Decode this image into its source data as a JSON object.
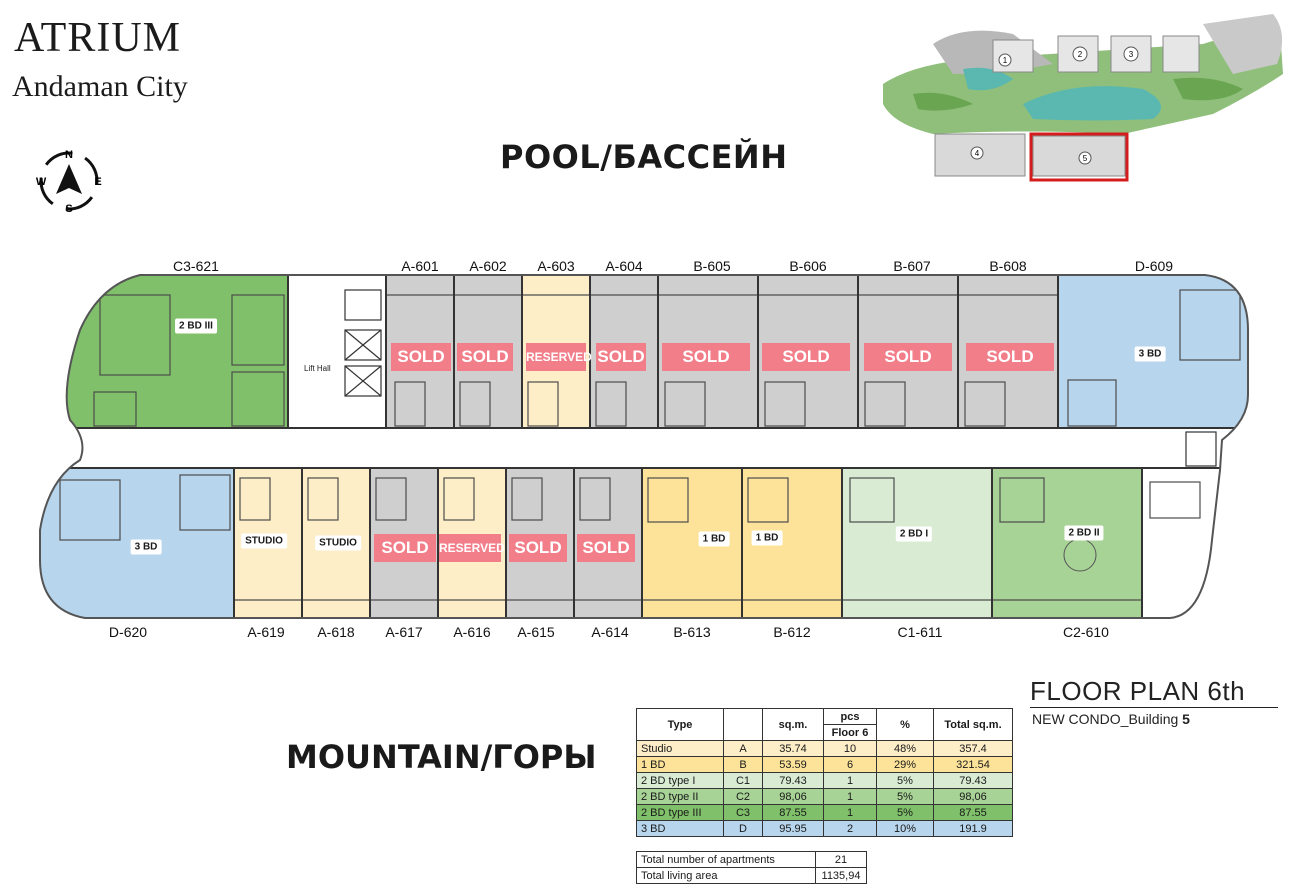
{
  "brand": {
    "title": "ATRIUM",
    "subtitle": "Andaman City"
  },
  "orientation": {
    "top": "POOL/БАССЕЙН",
    "bottom": "MOUNTAIN/ГОРЫ"
  },
  "compass": {
    "n": "N",
    "e": "E",
    "s": "S",
    "w": "W"
  },
  "site_map": {
    "buildings": [
      "1",
      "2",
      "3",
      "4",
      "5"
    ]
  },
  "colors": {
    "studio": "#fdeec8",
    "one_bd": "#fde39a",
    "two_bd_i": "#d9ecd3",
    "two_bd_ii": "#a8d396",
    "two_bd_iii": "#80c06a",
    "three_bd": "#b7d5ec",
    "sold": "#f27e8a",
    "unit_grey": "#cfcfcf"
  },
  "plan": {
    "top_units": [
      "C3-621",
      "A-601",
      "A-602",
      "A-603",
      "A-604",
      "B-605",
      "B-606",
      "B-607",
      "B-608",
      "D-609"
    ],
    "bottom_units": [
      "D-620",
      "A-619",
      "A-618",
      "A-617",
      "A-616",
      "A-615",
      "A-614",
      "B-613",
      "B-612",
      "C1-611",
      "C2-610"
    ],
    "lift_hall": "Lift Hall",
    "type_labels": {
      "c3": "2 BD III",
      "d609": "3 BD",
      "d620": "3 BD",
      "a619": "STUDIO",
      "a618": "STUDIO",
      "b613": "1 BD",
      "b612": "1 BD",
      "c1": "2 BD I",
      "c2": "2 BD II"
    },
    "status_top": [
      "SOLD",
      "SOLD",
      "RESERVED",
      "SOLD",
      "SOLD",
      "SOLD",
      "SOLD",
      "SOLD"
    ],
    "status_bottom": [
      "SOLD",
      "RESERVED",
      "SOLD",
      "SOLD"
    ]
  },
  "floor_plan": {
    "title": "FLOOR PLAN 6th",
    "subtitle": "NEW CONDO_Building ",
    "building": "5"
  },
  "table": {
    "headers": {
      "type": "Type",
      "sqm": "sq.m.",
      "pcs": "pcs",
      "floor": "Floor 6",
      "pct": "%",
      "total": "Total sq.m."
    },
    "rows": [
      {
        "type": "Studio",
        "code": "A",
        "sqm": "35.74",
        "pcs": "10",
        "pct": "48%",
        "total": "357.4"
      },
      {
        "type": "1 BD",
        "code": "B",
        "sqm": "53.59",
        "pcs": "6",
        "pct": "29%",
        "total": "321.54"
      },
      {
        "type": "2 BD type I",
        "code": "C1",
        "sqm": "79.43",
        "pcs": "1",
        "pct": "5%",
        "total": "79.43"
      },
      {
        "type": "2 BD type II",
        "code": "C2",
        "sqm": "98,06",
        "pcs": "1",
        "pct": "5%",
        "total": "98,06"
      },
      {
        "type": "2 BD type III",
        "code": "C3",
        "sqm": "87.55",
        "pcs": "1",
        "pct": "5%",
        "total": "87.55"
      },
      {
        "type": "3 BD",
        "code": "D",
        "sqm": "95.95",
        "pcs": "2",
        "pct": "10%",
        "total": "191.9"
      }
    ],
    "totals": [
      {
        "label": "Total number of apartments",
        "value": "21"
      },
      {
        "label": "Total living area",
        "value": "1135,94"
      }
    ]
  }
}
